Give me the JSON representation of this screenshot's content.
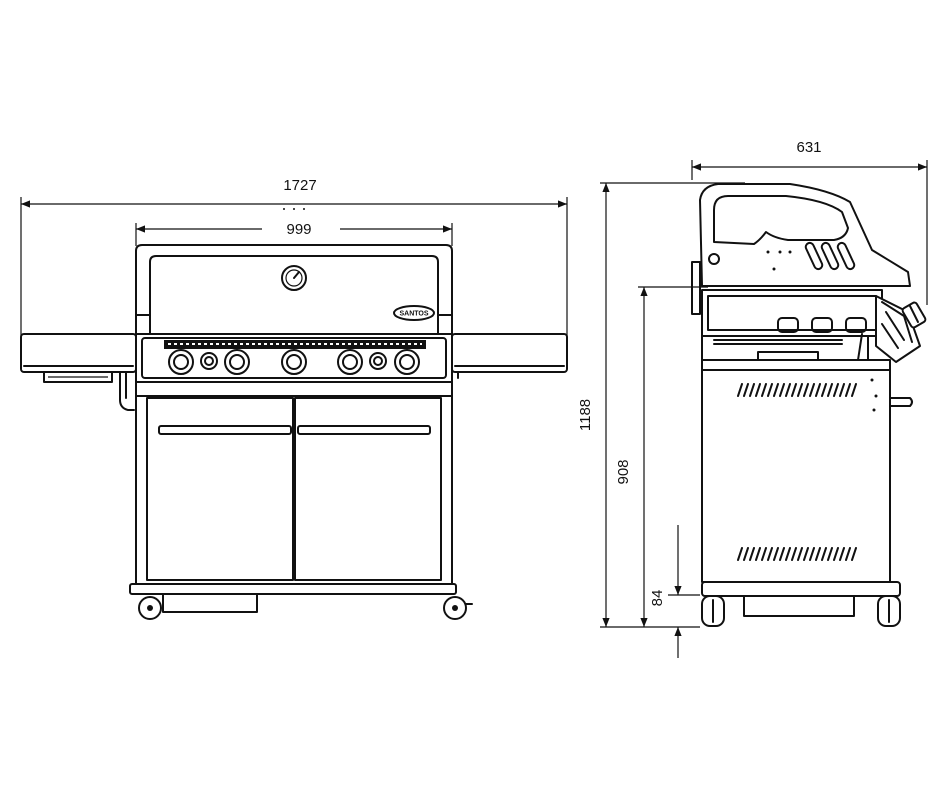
{
  "dimensions": {
    "total_width": "1727",
    "body_width": "999",
    "depth": "631",
    "total_height": "1188",
    "working_height": "908",
    "ground_clearance": "84"
  },
  "brand": {
    "logo_text": "SANTOS"
  }
}
